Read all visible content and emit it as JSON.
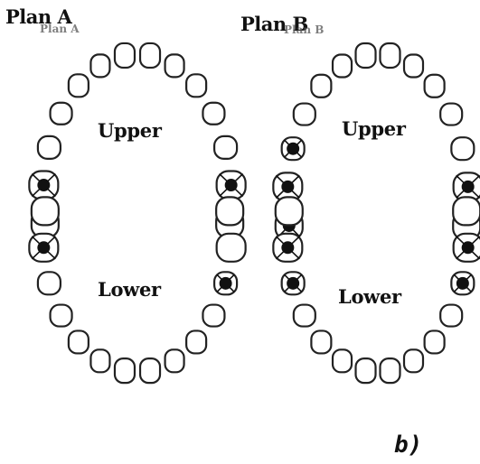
{
  "figure": {
    "panel_label": "b)",
    "plans": [
      {
        "title": "Plan A",
        "subtitle": "Plan A",
        "upper_label": "Upper",
        "lower_label": "Lower",
        "marked_teeth": {
          "upper": [
            "right-first-molar",
            "left-first-molar"
          ],
          "lower": [
            "right-second-premolar",
            "left-first-molar"
          ]
        }
      },
      {
        "title": "Plan B",
        "subtitle": "Plan B",
        "upper_label": "Upper",
        "lower_label": "Lower",
        "marked_teeth": {
          "upper": [
            "right-first-molar",
            "left-second-premolar",
            "left-first-molar",
            "left-second-molar"
          ],
          "lower": [
            "right-second-premolar",
            "right-first-molar",
            "left-second-premolar",
            "left-first-molar"
          ]
        }
      }
    ],
    "colors": {
      "tooth_outline": "#222222",
      "marker": "#111111",
      "background": "#ffffff"
    }
  }
}
